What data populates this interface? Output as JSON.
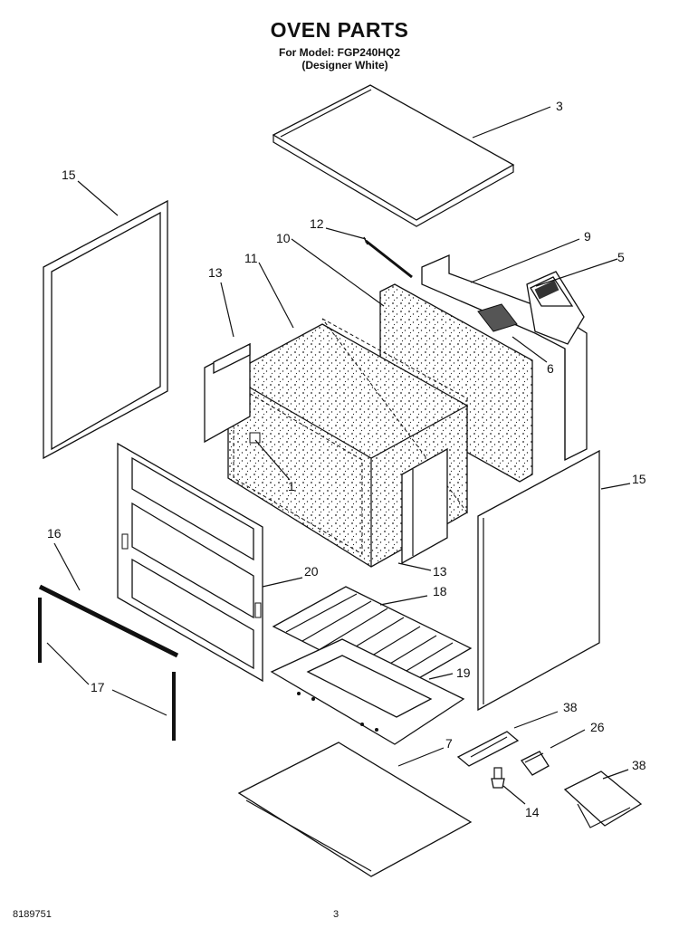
{
  "title": "OVEN PARTS",
  "model_line": "For Model: FGP240HQ2",
  "color_line": "(Designer White)",
  "footer": {
    "doc_number": "8189751",
    "page": "3"
  },
  "callouts": [
    {
      "id": "c3",
      "label": "3"
    },
    {
      "id": "c15a",
      "label": "15"
    },
    {
      "id": "c12",
      "label": "12"
    },
    {
      "id": "c9",
      "label": "9"
    },
    {
      "id": "c10",
      "label": "10"
    },
    {
      "id": "c11",
      "label": "11"
    },
    {
      "id": "c5",
      "label": "5"
    },
    {
      "id": "c13a",
      "label": "13"
    },
    {
      "id": "c6",
      "label": "6"
    },
    {
      "id": "c1",
      "label": "1"
    },
    {
      "id": "c15b",
      "label": "15"
    },
    {
      "id": "c16",
      "label": "16"
    },
    {
      "id": "c20",
      "label": "20"
    },
    {
      "id": "c13b",
      "label": "13"
    },
    {
      "id": "c18",
      "label": "18"
    },
    {
      "id": "c19",
      "label": "19"
    },
    {
      "id": "c17",
      "label": "17"
    },
    {
      "id": "c38a",
      "label": "38"
    },
    {
      "id": "c26",
      "label": "26"
    },
    {
      "id": "c7",
      "label": "7"
    },
    {
      "id": "c38b",
      "label": "38"
    },
    {
      "id": "c14",
      "label": "14"
    }
  ]
}
